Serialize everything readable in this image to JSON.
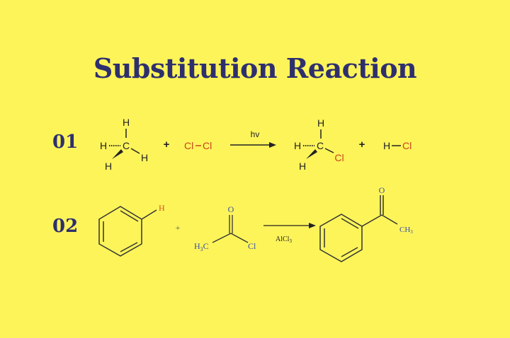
{
  "title": "Substitution Reaction",
  "colors": {
    "background": "#fdf45a",
    "title": "#2e2f6e",
    "chlorine": "#c8441a",
    "atom": "#222222",
    "blue_text": "#3a4fa0",
    "highlight_h": "#d1541c"
  },
  "reactions": [
    {
      "number": "01",
      "reactant1": {
        "name": "methane",
        "atoms": {
          "top": "H",
          "center": "C",
          "left": "H",
          "right": "H",
          "bottom": "H"
        }
      },
      "plus1": "+",
      "reactant2": {
        "name": "chlorine",
        "label": "Cl–Cl",
        "left": "Cl",
        "bond": "–",
        "right": "Cl"
      },
      "condition": "hv",
      "product1": {
        "name": "chloromethane",
        "atoms": {
          "top": "H",
          "center": "C",
          "left": "H",
          "right": "Cl",
          "bottom": "H"
        }
      },
      "plus2": "+",
      "product2": {
        "name": "hydrogen chloride",
        "h": "H",
        "bond": "–",
        "cl": "Cl"
      }
    },
    {
      "number": "02",
      "reactant1": {
        "name": "benzene",
        "substituent": "H"
      },
      "plus1": "+",
      "reactant2": {
        "name": "acetyl chloride",
        "o": "O",
        "left": "H3C",
        "left_main": "H",
        "left_sub": "3",
        "left_tail": "C",
        "right": "Cl"
      },
      "catalyst": {
        "main": "AlCl",
        "sub": "3"
      },
      "product1": {
        "name": "acetophenone",
        "o": "O",
        "right_main": "CH",
        "right_sub": "3"
      }
    }
  ]
}
